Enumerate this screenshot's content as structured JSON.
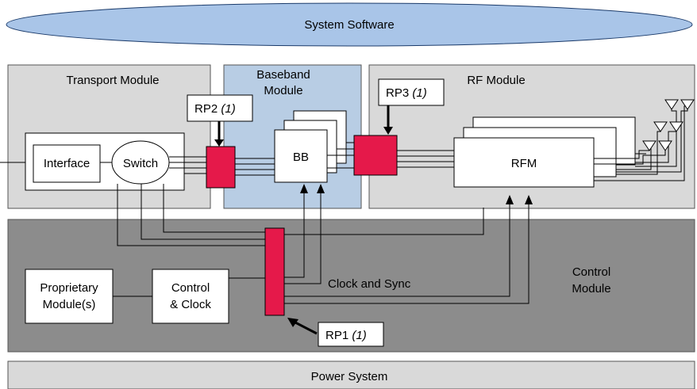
{
  "system_software": "System Software",
  "transport_module": "Transport Module",
  "baseband_module_line1": "Baseband",
  "baseband_module_line2": "Module",
  "rf_module": "RF Module",
  "control_module_line1": "Control",
  "control_module_line2": "Module",
  "power_system": "Power System",
  "interface": "Interface",
  "switch": "Switch",
  "bb": "BB",
  "rfm": "RFM",
  "proprietary_line1": "Proprietary",
  "proprietary_line2": "Module(s)",
  "control_clock_line1": "Control",
  "control_clock_line2": "& Clock",
  "clock_and_sync": "Clock and Sync",
  "rp1": {
    "label": "RP1",
    "note": "(1)"
  },
  "rp2": {
    "label": "RP2",
    "note": "(1)"
  },
  "rp3": {
    "label": "RP3",
    "note": "(1)"
  },
  "colors": {
    "ellipse": "#a9c5e8",
    "module_grey": "#d9d9d9",
    "baseband_blue": "#b8cde4",
    "control_dark": "#8c8c8c",
    "power_grey": "#d9d9d9",
    "rp_red": "#e5194a"
  }
}
